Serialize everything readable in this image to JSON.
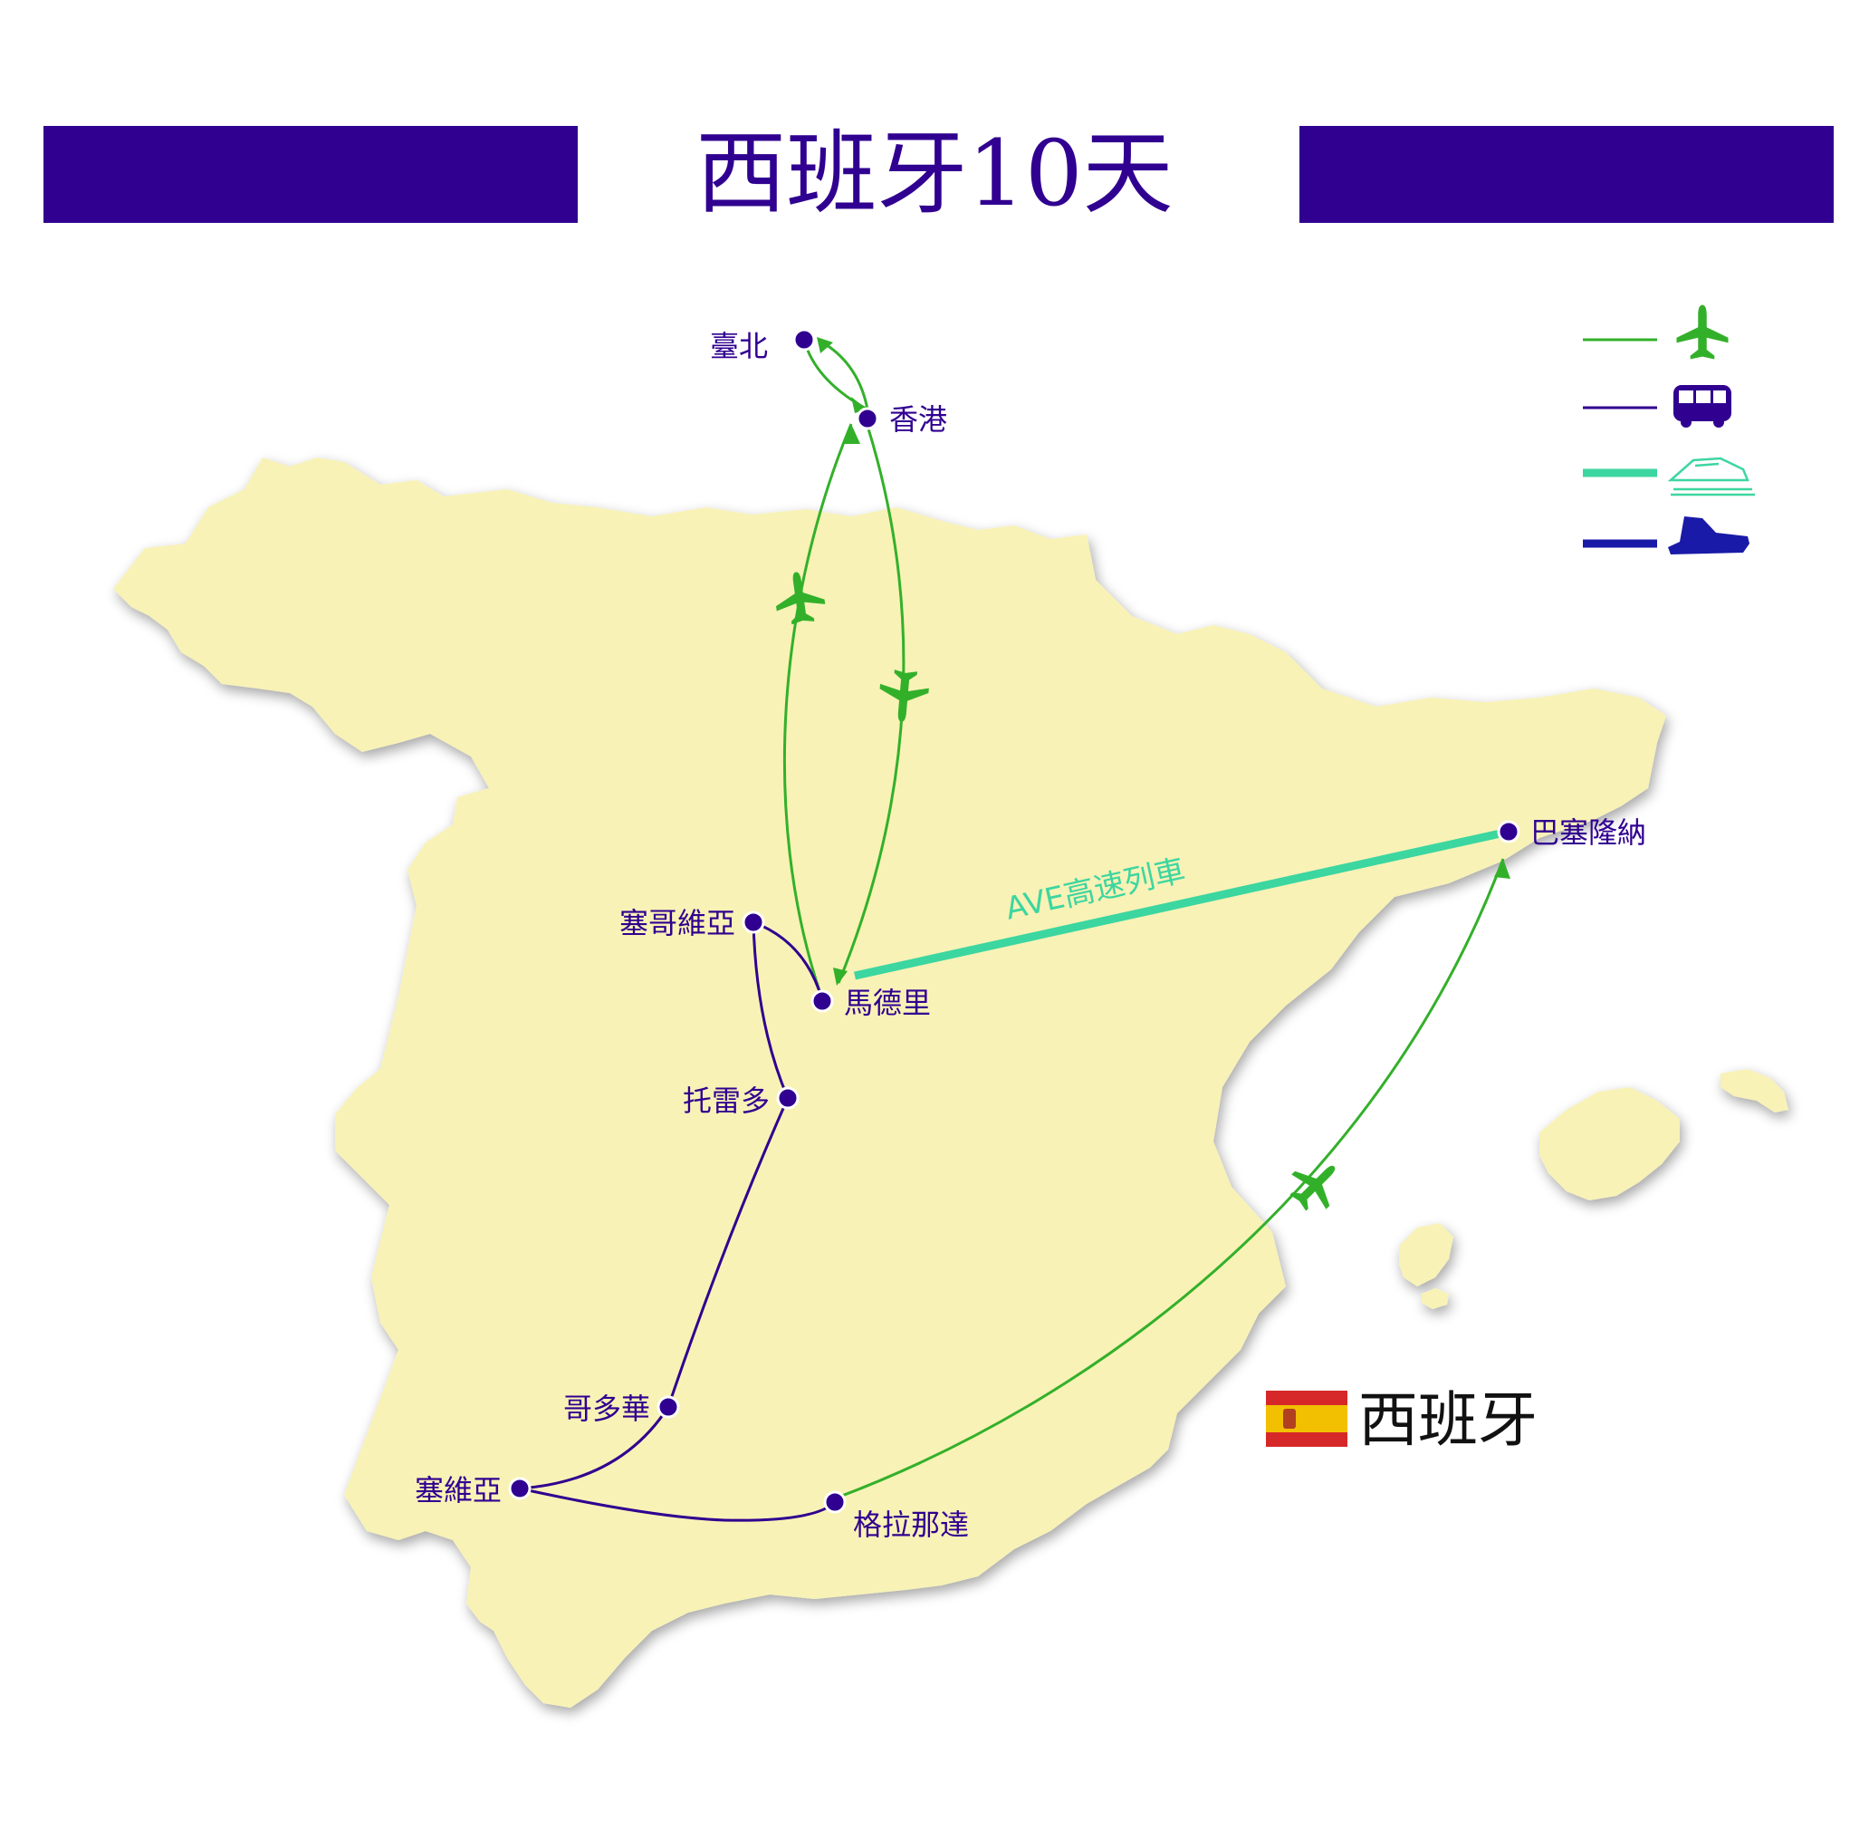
{
  "title": "西班牙10天",
  "country_label": "西班牙",
  "train_label": "AVE高速列車",
  "colors": {
    "header_bar": "#300090",
    "land": "#f8f2b6",
    "flight": "#33b02a",
    "bus": "#300090",
    "train": "#3cd6a0",
    "ferry": "#1a1aa8",
    "flag_red": "#d62828",
    "flag_yellow": "#f2c000"
  },
  "legend": [
    {
      "mode": "flight",
      "icon": "airplane-icon"
    },
    {
      "mode": "bus",
      "icon": "bus-icon"
    },
    {
      "mode": "train",
      "icon": "high-speed-train-icon"
    },
    {
      "mode": "ferry",
      "icon": "ship-icon"
    }
  ],
  "cities": [
    {
      "id": "taipei",
      "name": "臺北"
    },
    {
      "id": "hongkong",
      "name": "香港"
    },
    {
      "id": "madrid",
      "name": "馬德里"
    },
    {
      "id": "segovia",
      "name": "塞哥維亞"
    },
    {
      "id": "toledo",
      "name": "托雷多"
    },
    {
      "id": "cordoba",
      "name": "哥多華"
    },
    {
      "id": "sevilla",
      "name": "塞維亞"
    },
    {
      "id": "granada",
      "name": "格拉那達"
    },
    {
      "id": "barcelona",
      "name": "巴塞隆納"
    }
  ],
  "routes": [
    {
      "from": "taipei",
      "to": "hongkong",
      "mode": "flight"
    },
    {
      "from": "hongkong",
      "to": "taipei",
      "mode": "flight"
    },
    {
      "from": "madrid",
      "to": "hongkong",
      "mode": "flight"
    },
    {
      "from": "hongkong",
      "to": "madrid",
      "mode": "flight"
    },
    {
      "from": "madrid",
      "to": "segovia",
      "mode": "bus"
    },
    {
      "from": "segovia",
      "to": "toledo",
      "mode": "bus"
    },
    {
      "from": "toledo",
      "to": "cordoba",
      "mode": "bus"
    },
    {
      "from": "cordoba",
      "to": "sevilla",
      "mode": "bus"
    },
    {
      "from": "sevilla",
      "to": "granada",
      "mode": "bus"
    },
    {
      "from": "granada",
      "to": "barcelona",
      "mode": "flight"
    },
    {
      "from": "barcelona",
      "to": "madrid",
      "mode": "train"
    }
  ]
}
